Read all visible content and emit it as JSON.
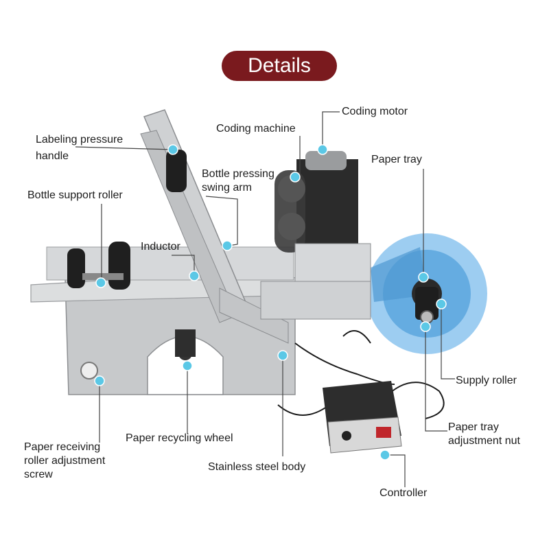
{
  "title": "Details",
  "colors": {
    "title_bg": "#7a1a1e",
    "marker": "#5bc8e6",
    "leader": "#444444",
    "steel": "#c9cbcd",
    "roll": "#5fa8df"
  },
  "labels": {
    "labeling_pressure_handle": [
      "Labeling pressure",
      "handle"
    ],
    "coding_machine": "Coding machine",
    "coding_motor": "Coding motor",
    "paper_tray": "Paper tray",
    "bottle_pressing_swing_arm": [
      "Bottle pressing",
      "swing arm"
    ],
    "bottle_support_roller": "Bottle support roller",
    "inductor": "Inductor",
    "supply_roller": "Supply roller",
    "paper_receiving_roller_adjustment_screw": [
      "Paper receiving",
      "roller adjustment",
      "screw"
    ],
    "paper_recycling_wheel": "Paper recycling wheel",
    "stainless_steel_body": "Stainless steel body",
    "paper_tray_adjustment_nut": [
      "Paper tray",
      "adjustment nut"
    ],
    "controller": "Controller"
  }
}
